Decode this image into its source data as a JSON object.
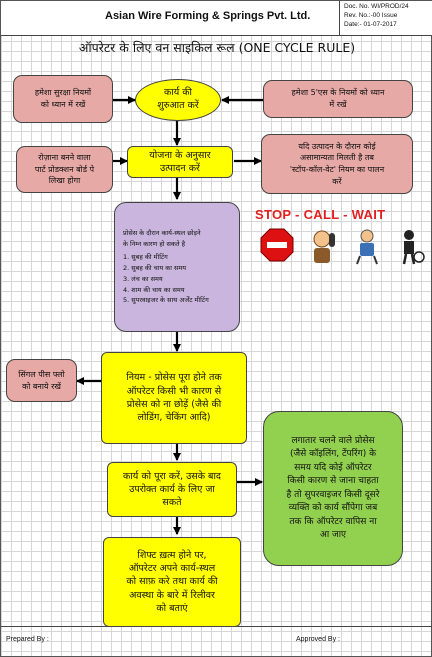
{
  "header": {
    "company": "Asian Wire Forming & Springs Pvt. Ltd.",
    "doc_no": "Doc. No. WI/PROD/24",
    "rev_no": "Rev. No.:-00  Issue",
    "date": "Date:- 01-07-2017"
  },
  "title": "ऑपरेटर के लिए वन साइकिल रूल (ONE CYCLE RULE)",
  "flow": {
    "start": "कार्य की\nशुरुआत करें",
    "left_safety": "हमेशा सुरक्षा नियमों\nको ध्यान में रखें",
    "right_5s": "हमेशा 5'एस के नियमों को ध्यान\nमें रखें",
    "plan": "योजना के अनुसार\nउत्पादन करें",
    "left_board": "रोज़ाना बनने वाला\nपार्ट प्रोडक्शन बोर्ड पे\nलिखा होगा",
    "right_abnormal": "यदि उत्पादन के दौरान कोई\nअसामान्यता मिलती है तब\n'स्टॉप-कॉल-वेट' नियम का पालन\nकरें",
    "stop_call_wait": "STOP - CALL - WAIT",
    "reasons_intro": "प्रोसेस के दौरान कार्य-स्थल छोड़ने\nके निम्न कारण हो सकते है",
    "reasons": [
      "1. सुबह की मीटिंग",
      "2. सुबह की चाय का समय",
      "3. लंच का समय",
      "4. शाम की चाय का समय",
      "5. सुपरवाइजर के साथ अर्जेंट मीटिंग"
    ],
    "rule": "नियम - प्रोसेस पूरा होने तक\nऑपरेटर किसी भी कारण से\nप्रोसेस को ना छोड़ें (जैसे की\nलोडिंग, चेकिंग आदि)",
    "left_single_piece": "सिंगल पीस फ्लो\nको बनाये रखें",
    "complete": "कार्य को पूरा करें, उसके बाद\nउपरोक्त कार्य के लिए जा\nसकते",
    "green_note": "लगातार चलने वाले प्रोसेस\n(जैसे कॉइलिंग, टेंपरिंग) के\nसमय यदि कोई ऑपरेटर\nकिसी कारण से जाना चाहता\nहै तो सुपरवाइजर किसी दूसरे\nव्यक्ति को कार्य सौंपेगा जब\nतक कि ऑपरेटर वापिस ना\nआ जाए",
    "shift_end": "शिफ्ट ख़त्म होने पर,\nऑपरेटर अपने कार्य-स्थल\nको साफ़ करे तथा कार्य की\nअवस्था के बारे में रिलीवर\nको बताएं"
  },
  "footer": {
    "prepared_by": "Prepared By :",
    "approved_by": "Approved By :"
  },
  "colors": {
    "pink": "#e7a9a6",
    "yellow": "#ffff00",
    "purple": "#c9b5dd",
    "green": "#92d050",
    "stop_red": "#e31f1f"
  }
}
